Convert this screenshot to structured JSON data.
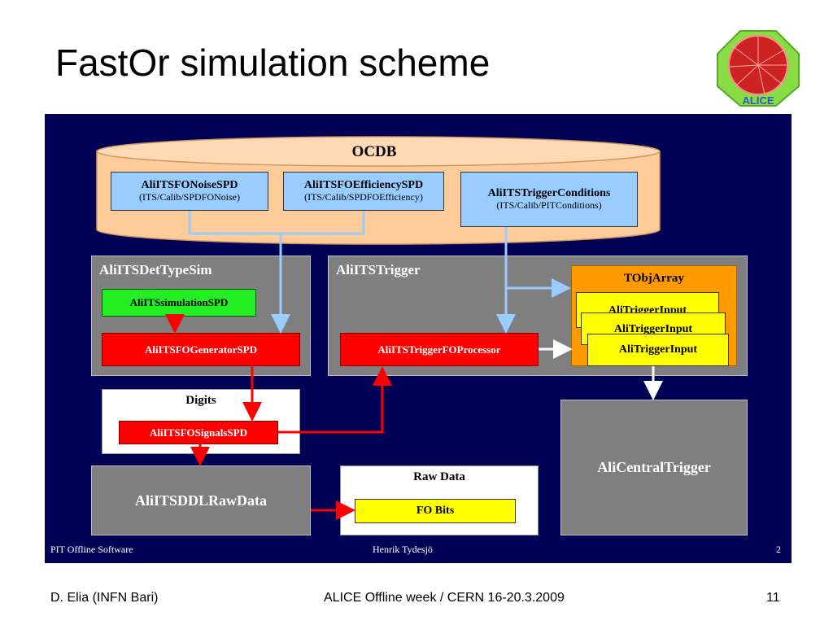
{
  "slide": {
    "title": "FastOr simulation scheme",
    "logo_text": "ALICE"
  },
  "diagram": {
    "ocdb": {
      "label": "OCDB",
      "noise": {
        "name": "AliITSFONoiseSPD",
        "path": "(ITS/Calib/SPDFONoise)"
      },
      "efficiency": {
        "name": "AliITSFOEfficiencySPD",
        "path": "(ITS/Calib/SPDFOEfficiency)"
      },
      "conditions": {
        "name": "AliITSTriggerConditions",
        "path": "(ITS/Calib/PITConditions)"
      }
    },
    "dettypesim": {
      "label": "AliITSDetTypeSim",
      "simulation": "AliITSsimulationSPD",
      "generator": "AliITSFOGeneratorSPD"
    },
    "trigger": {
      "label": "AliITSTrigger",
      "processor": "AliITSTriggerFOProcessor",
      "objarray": {
        "label": "TObjArray",
        "inputs": [
          "AliTriggerInput",
          "AliTriggerInput",
          "AliTriggerInput"
        ]
      }
    },
    "digits": {
      "label": "Digits",
      "signals": "AliITSFOSignalsSPD"
    },
    "ddl": {
      "label": "AliITSDDLRawData"
    },
    "rawdata": {
      "label": "Raw Data",
      "bits": "FO Bits"
    },
    "central": {
      "label": "AliCentralTrigger"
    },
    "panel_footer": {
      "left": "PIT Offline Software",
      "center": "Henrik Tydesjö",
      "right": "2"
    },
    "colors": {
      "panel_bg": "#000055",
      "ocdb_fill": "#ffcc99",
      "calib_fill": "#99ccff",
      "red_box": "#ff0000",
      "green_box": "#22ee22",
      "yellow_box": "#ffff00",
      "orange_box": "#ff9900",
      "arrow_blue": "#99ccff",
      "arrow_red": "#ff0000"
    }
  },
  "footer": {
    "left": "D. Elia (INFN Bari)",
    "center": "ALICE Offline week / CERN 16-20.3.2009",
    "page": "11"
  }
}
